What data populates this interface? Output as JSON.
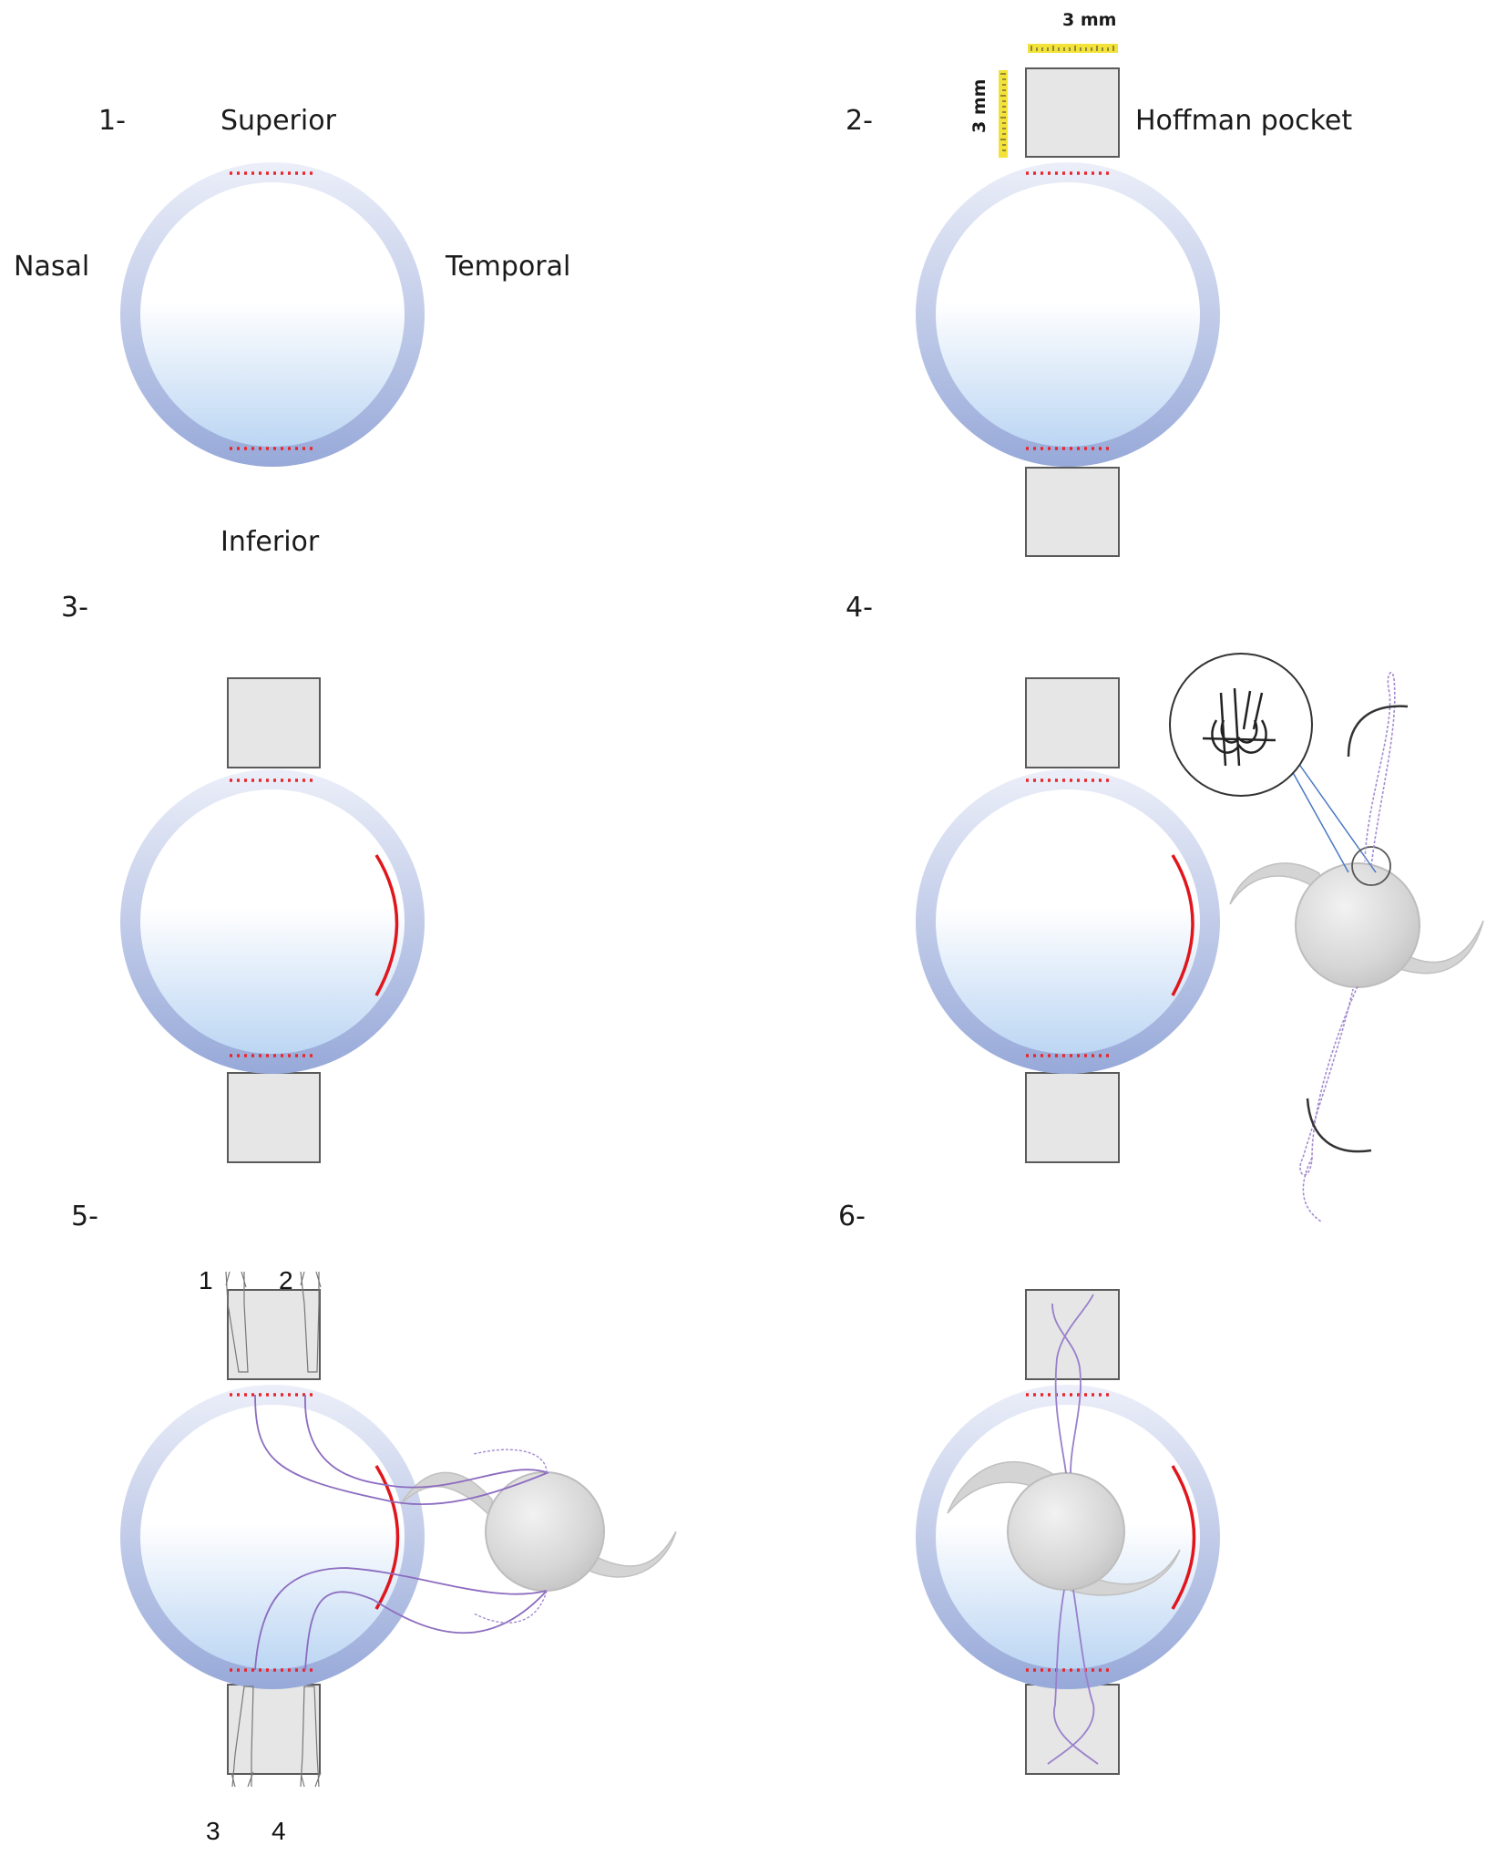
{
  "steps": [
    {
      "number": "1-"
    },
    {
      "number": "2-"
    },
    {
      "number": "3-"
    },
    {
      "number": "4-"
    },
    {
      "number": "5-"
    },
    {
      "number": "6-"
    }
  ],
  "orientation": {
    "superior": "Superior",
    "inferior": "Inferior",
    "nasal": "Nasal",
    "temporal": "Temporal"
  },
  "pocket": {
    "label": "Hoffman pocket",
    "width_label": "3 mm",
    "height_label": "3 mm"
  },
  "suture_numbers": [
    "1",
    "2",
    "3",
    "4"
  ],
  "colors": {
    "ring_light": "#e6ebf8",
    "ring_dark": "#9fb0dc",
    "pupil_fill": "#cfe0f7",
    "sclerotomy_dots": "#e8262c",
    "incision": "#e0161c",
    "pocket_fill": "#e6e6e6",
    "pocket_stroke": "#5a5a5a",
    "suture": "#a48ad0",
    "ruler": "#f2e23a",
    "lens": "#d8d8d8"
  }
}
